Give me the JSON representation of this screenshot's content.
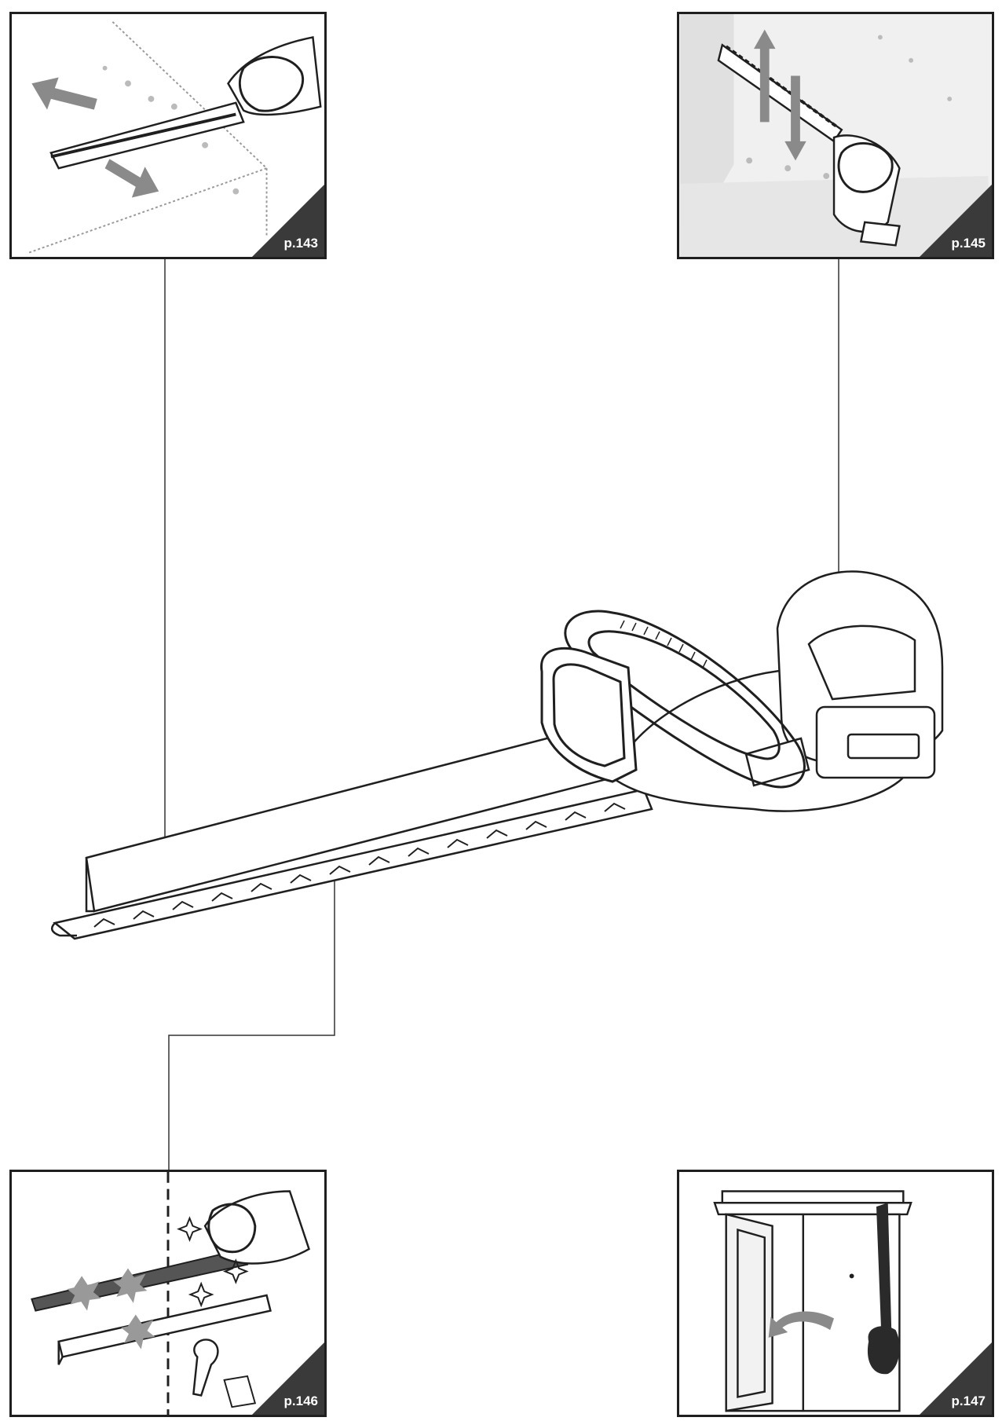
{
  "panels": {
    "top_left": {
      "page_ref": "p.143",
      "icon": "hedge-cutting-horizontal-illustration"
    },
    "top_right": {
      "page_ref": "p.145",
      "icon": "hedge-cutting-vertical-illustration"
    },
    "bottom_left": {
      "page_ref": "p.146",
      "icon": "cleaning-illustration"
    },
    "bottom_right": {
      "page_ref": "p.147",
      "icon": "storage-cabinet-illustration"
    }
  },
  "colors": {
    "line": "#1f1f1f",
    "badge": "#3a3a3a",
    "arrow": "#8a8a8a"
  }
}
